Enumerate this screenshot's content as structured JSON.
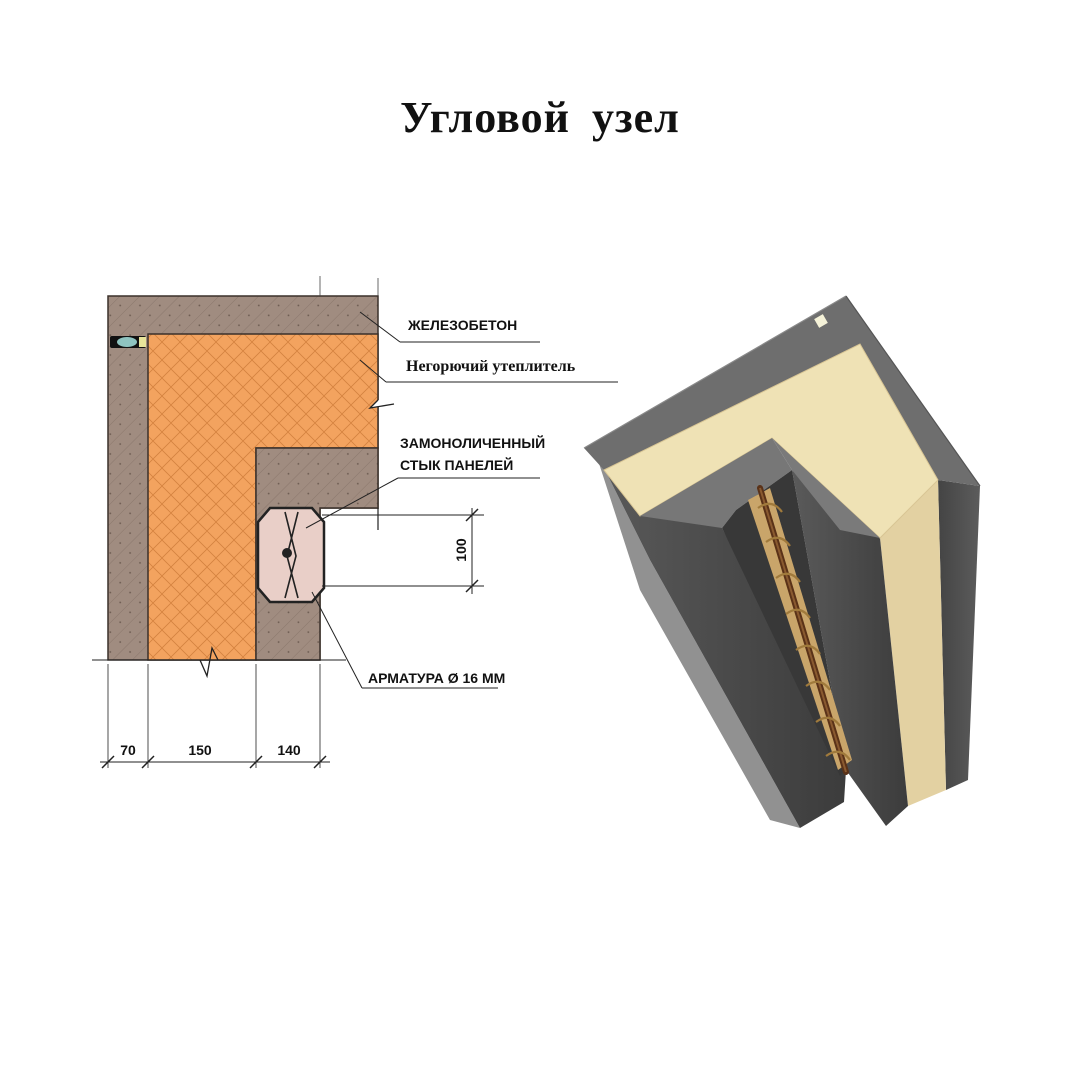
{
  "title": "Угловой  узел",
  "labels": {
    "concrete": "ЖЕЛЕЗОБЕТОН",
    "insulation": "Негорючий  утеплитель",
    "joint_line1": "ЗАМОНОЛИЧЕННЫЙ",
    "joint_line2": "СТЫК ПАНЕЛЕЙ",
    "rebar": "АРМАТУРА Ø 16 ММ"
  },
  "dimensions": {
    "joint_height": "100",
    "outer_layer": "70",
    "insulation_layer": "150",
    "inner_layer": "140"
  },
  "colors": {
    "concrete": "#a08c80",
    "insulation": "#f3a35f",
    "joint_fill": "#e9cfc8",
    "render_concrete": "#4f4f4f",
    "render_insulation": "#e8d6a8"
  }
}
